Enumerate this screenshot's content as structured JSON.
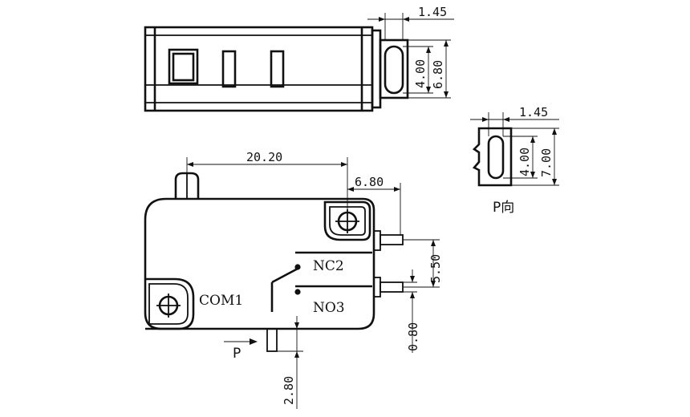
{
  "dimensions": {
    "top_view_width": "1.45",
    "top_view_inner_height": "4.00",
    "top_view_outer_height": "6.80",
    "p_view_width": "1.45",
    "p_view_inner_height": "4.00",
    "p_view_outer_height": "7.00",
    "overall_length": "20.20",
    "terminal_offset": "6.80",
    "terminal_pitch": "5.50",
    "terminal_thickness": "0.80",
    "com_terminal_length": "2.80"
  },
  "labels": {
    "com": "COM1",
    "nc": "NC2",
    "no": "NO3",
    "arrow": "P",
    "view_caption": "P向"
  }
}
